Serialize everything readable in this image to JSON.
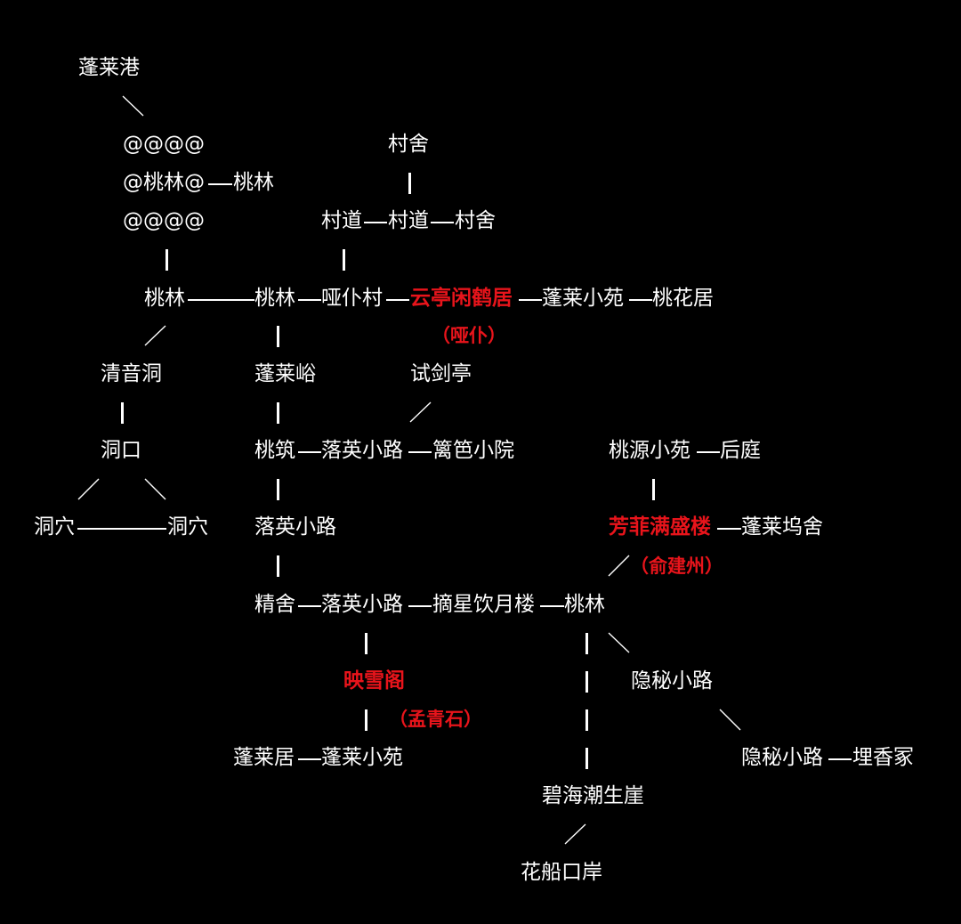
{
  "colors": {
    "background": "#000000",
    "text": "#ffffff",
    "highlight": "#e8141b"
  },
  "places": {
    "penglai_port": "蓬莱港",
    "at_row_1": "@@@@",
    "peach_grove_core": "@桃林@",
    "peach_grove_east_row2": "桃林",
    "at_row_3": "@@@@",
    "village_house_north": "村舍",
    "village_road_1": "村道",
    "village_road_2": "村道",
    "village_house_east": "村舍",
    "peach_grove_main": "桃林",
    "peach_grove_center": "桃林",
    "mute_servant_village": "哑仆村",
    "yunting_xianhe_ju": "云亭闲鹤居",
    "mute_servant_note": "（哑仆）",
    "penglai_garden_east": "蓬莱小苑",
    "peach_blossom_house": "桃花居",
    "clear_sound_cave": "清音洞",
    "penglai_valley": "蓬莱峪",
    "sword_trial_pavilion": "试剑亭",
    "cave_mouth": "洞口",
    "peach_building": "桃筑",
    "fallen_petal_path_1": "落英小路",
    "fence_courtyard": "篱笆小院",
    "taoyuan_garden": "桃源小苑",
    "back_court": "后庭",
    "cave_west": "洞穴",
    "cave_east": "洞穴",
    "fallen_petal_path_2": "落英小路",
    "fangfei_mansheng_lou": "芳菲满盛楼",
    "penglai_dock_house": "蓬莱坞舍",
    "yu_jianzhou_note": "（俞建州）",
    "elegant_house": "精舍",
    "fallen_petal_path_3": "落英小路",
    "zhaixing_yinyue_lou": "摘星饮月楼",
    "peach_grove_south": "桃林",
    "yingxue_ge": "映雪阁",
    "hidden_path_1": "隐秘小路",
    "meng_qingshi_note": "（孟青石）",
    "penglai_residence": "蓬莱居",
    "penglai_garden_south": "蓬莱小苑",
    "hidden_path_2": "隐秘小路",
    "fragrance_tomb": "埋香冢",
    "bihai_chaosheng_ya": "碧海潮生崖",
    "flower_boat_pier": "花船口岸"
  }
}
